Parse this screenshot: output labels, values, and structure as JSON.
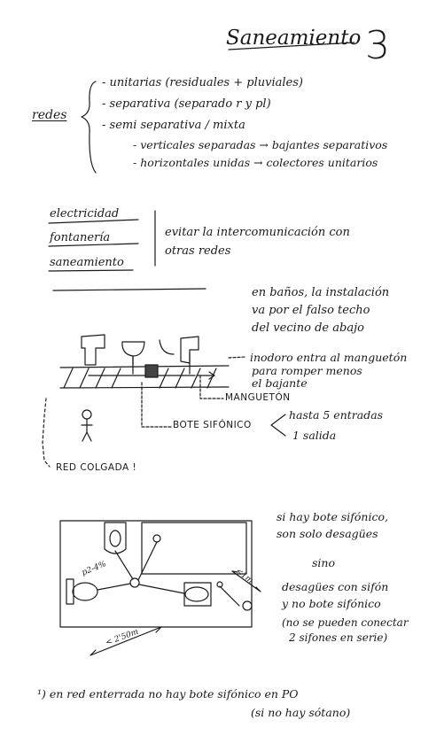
{
  "title": {
    "text": "Saneamiento",
    "number": "3"
  },
  "redes": {
    "label": "redes",
    "items": [
      "- unitarias (residuales + pluviales)",
      "- separativa (separado r y pl)",
      "- semi separativa / mixta"
    ],
    "sub_items": [
      "- verticales separadas → bajantes separativos",
      "- horizontales unidas → colectores unitarios"
    ]
  },
  "services": {
    "items": [
      "electricidad",
      "fontanería",
      "saneamiento"
    ],
    "note_line1": "evitar la intercomunicación con",
    "note_line2": "otras redes"
  },
  "bathroom": {
    "note_line1": "en baños, la instalación",
    "note_line2": "va por el falso techo",
    "note_line3": "del vecino de abajo",
    "inodoro_line1": "inodoro entra al manguetón",
    "inodoro_line2": "para romper menos",
    "inodoro_line3": "el bajante",
    "mangueton": "MANGUETÓN",
    "bote": "BOTE SIFÓNICO",
    "entradas": "hasta 5 entradas",
    "salida": "1 salida",
    "red_colgada": "RED COLGADA !"
  },
  "plan": {
    "slope": "p2-4%",
    "dist_1m": "<1m",
    "dist_250": "< 2'50m",
    "n1": "si hay bote sifónico,",
    "n2": "son solo desagües",
    "n3": "sino",
    "n4": "desagües con sifón",
    "n5": "y no bote sifónico",
    "n6": "(no se pueden conectar",
    "n7": "2 sifones en serie)"
  },
  "footer": {
    "line1": "¹) en red enterrada no hay bote sifónico en PO",
    "line2": "(si no hay sótano)"
  }
}
